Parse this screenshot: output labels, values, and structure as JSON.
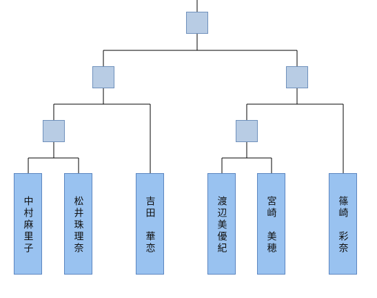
{
  "bracket": {
    "players": [
      {
        "name": "中村麻里子"
      },
      {
        "name": "松井珠理奈"
      },
      {
        "name": "吉田　華恋"
      },
      {
        "name": "渡辺美優紀"
      },
      {
        "name": "宮崎　美穂"
      },
      {
        "name": "篠崎　彩奈"
      }
    ]
  },
  "colors": {
    "player_fill": "#99c2f0",
    "match_node_fill": "#b8cce4",
    "line": "#000000"
  }
}
